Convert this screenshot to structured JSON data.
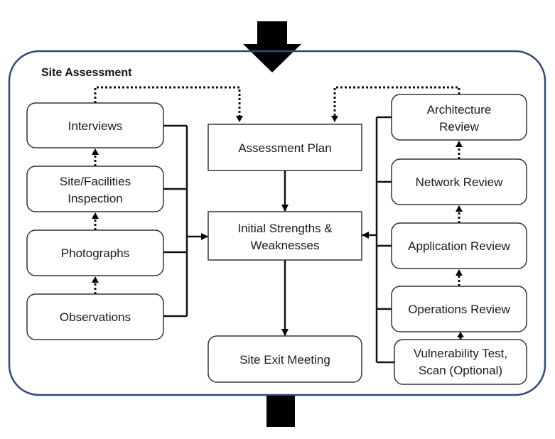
{
  "title": "Site Assessment",
  "colors": {
    "frame_border": "#2f4a7a",
    "node_border": "#333333",
    "line": "#111111",
    "arrow_fill": "#000000",
    "background": "#ffffff"
  },
  "nodes": {
    "interviews": "Interviews",
    "site_facilities_line1": "Site/Facilities",
    "site_facilities_line2": "Inspection",
    "photographs": "Photographs",
    "observations": "Observations",
    "assessment_plan": "Assessment Plan",
    "initial_line1": "Initial Strengths &",
    "initial_line2": "Weaknesses",
    "site_exit": "Site Exit Meeting",
    "architecture_line1": "Architecture",
    "architecture_line2": "Review",
    "network_review": "Network Review",
    "application_review": "Application Review",
    "operations_review": "Operations Review",
    "vulnerability_line1": "Vulnerability Test,",
    "vulnerability_line2": "Scan (Optional)"
  }
}
